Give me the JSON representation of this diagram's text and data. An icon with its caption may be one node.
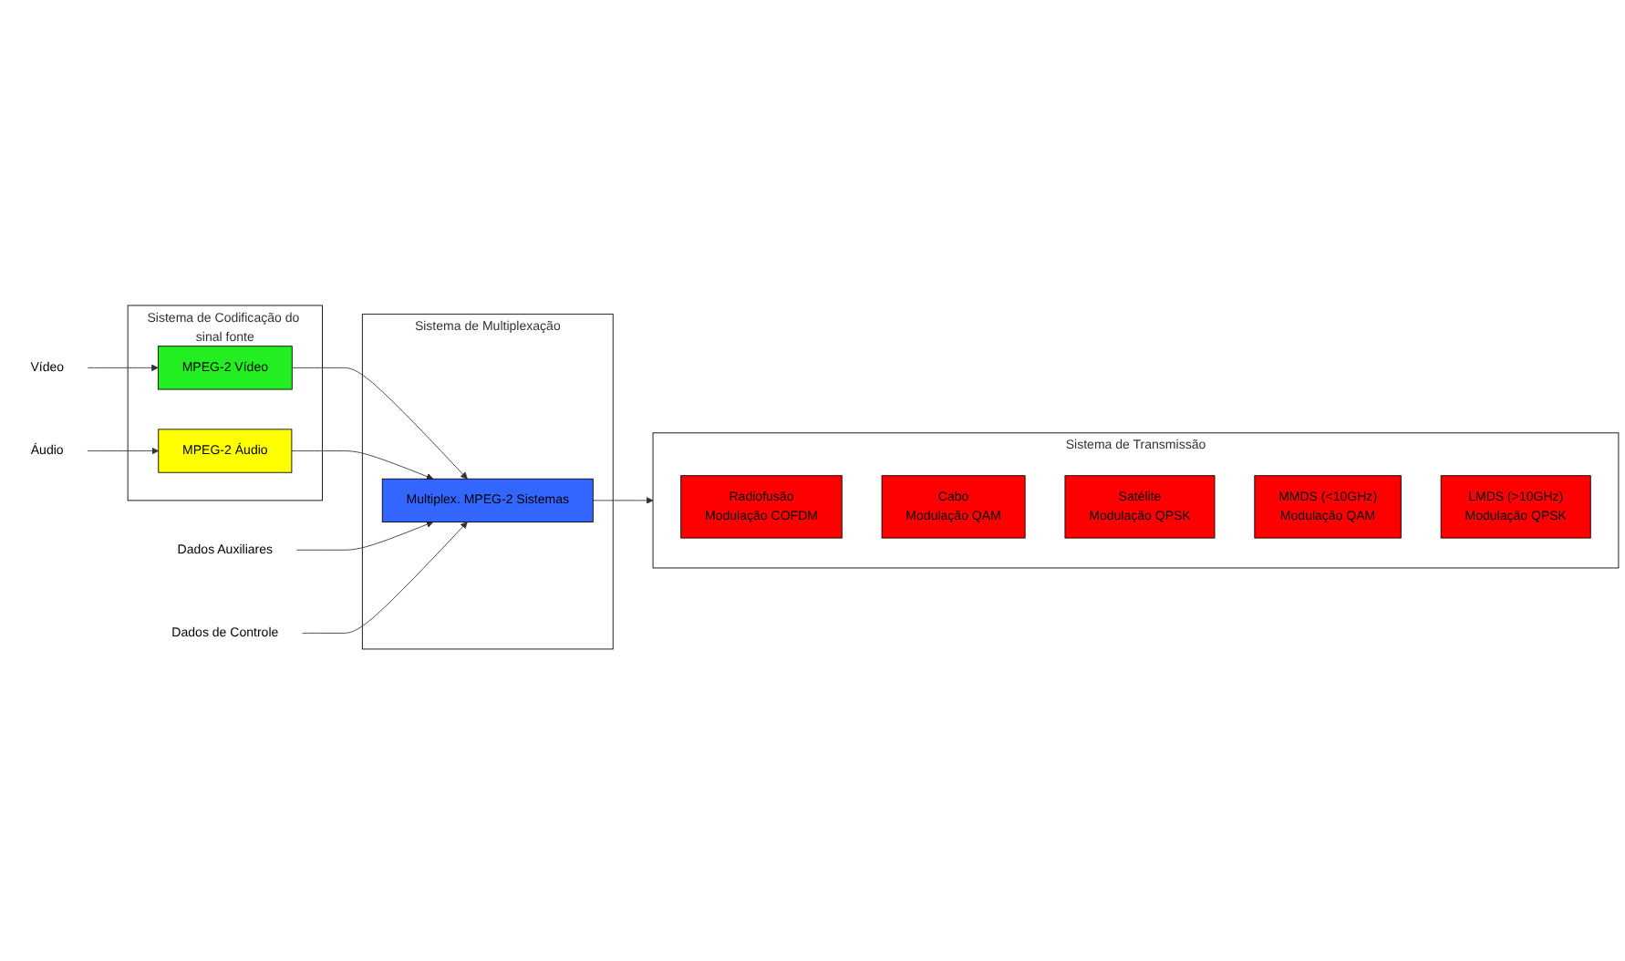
{
  "diagram": {
    "nodes": [
      {
        "text": [
          "Vídeo"
        ]
      },
      {
        "text": [
          "Áudio"
        ]
      },
      {
        "text": [
          "Dados Auxiliares"
        ]
      },
      {
        "text": [
          "Dados de Controle"
        ]
      },
      {
        "text": [
          "Sistema de Codificação do sinal fonte"
        ]
      },
      {
        "text": [
          "MPEG-2 Vídeo"
        ],
        "in": 4
      },
      {
        "text": [
          "MPEG-2 Áudio"
        ],
        "in": 4
      },
      {
        "text": [
          "Sistema de Multiplexação"
        ]
      },
      {
        "text": [
          "Multiplex. MPEG-2 Sistemas"
        ],
        "in": 7
      },
      {
        "text": [
          "Sistema de Transmissão"
        ]
      },
      {
        "text": [
          "Radiofusão",
          "Modulação COFDM"
        ],
        "in": 9
      },
      {
        "text": [
          "Cabo",
          "Modulação QAM"
        ],
        "in": 9
      },
      {
        "text": [
          "Satélite",
          "Modulação QPSK"
        ],
        "in": 9
      },
      {
        "text": [
          "MMDS (<10GHz)",
          "Modulação QAM"
        ],
        "in": 9
      },
      {
        "text": [
          "LMDS (>10GHz)",
          "Modulação QPSK"
        ],
        "in": 9
      }
    ],
    "edges": [
      {
        "from": 0,
        "to": 5,
        "arrow": "to"
      },
      {
        "from": 5,
        "to": 8,
        "arrow": "to"
      },
      {
        "from": 1,
        "to": 6,
        "arrow": "to"
      },
      {
        "from": 6,
        "to": 8,
        "arrow": "to"
      },
      {
        "from": 2,
        "to": 8,
        "arrow": "to"
      },
      {
        "from": 3,
        "to": 8,
        "arrow": "to"
      },
      {
        "from": 8,
        "to": 9,
        "arrow": "to"
      }
    ]
  }
}
